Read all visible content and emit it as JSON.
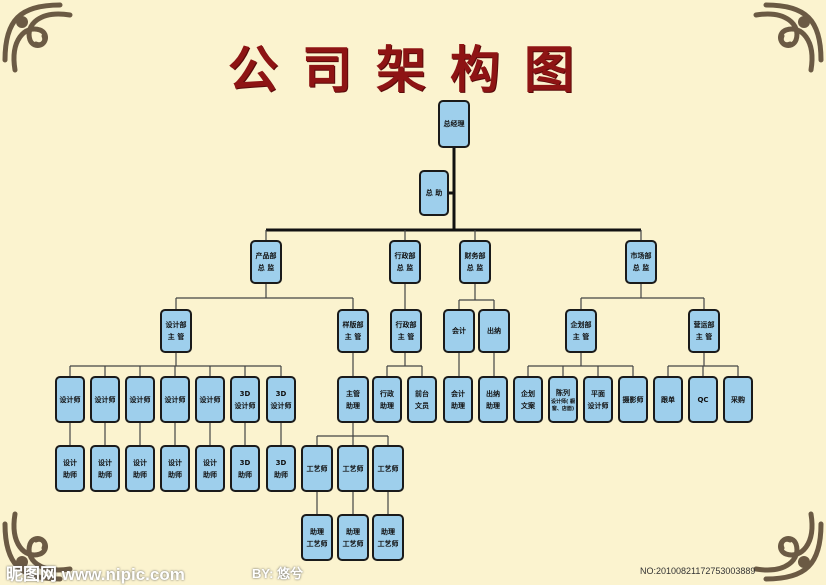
{
  "title": "公司架构图",
  "colors": {
    "background": "#fbf3cf",
    "title": "#8e1414",
    "box_fill": "#9ecfec",
    "box_border": "#1a1a1a",
    "ornament": "#6b5a44"
  },
  "boxes": [
    {
      "id": "gm",
      "text": "总经理"
    },
    {
      "id": "asst",
      "text": "总 助"
    },
    {
      "id": "prod_dir",
      "text": "产品部\n总 监"
    },
    {
      "id": "admin_dir",
      "text": "行政部\n总 监"
    },
    {
      "id": "fin_dir",
      "text": "财务部\n总 监"
    },
    {
      "id": "mkt_dir",
      "text": "市场部\n总 监"
    },
    {
      "id": "design_mgr",
      "text": "设计部\n主 管"
    },
    {
      "id": "sample_mgr",
      "text": "样版部\n主 管"
    },
    {
      "id": "admin_mgr",
      "text": "行政部\n主 管"
    },
    {
      "id": "accountant",
      "text": "会计"
    },
    {
      "id": "cashier",
      "text": "出纳"
    },
    {
      "id": "plan_mgr",
      "text": "企划部\n主 管"
    },
    {
      "id": "ops_mgr",
      "text": "营运部\n主 管"
    },
    {
      "id": "d1",
      "text": "设计师"
    },
    {
      "id": "d2",
      "text": "设计师"
    },
    {
      "id": "d3",
      "text": "设计师"
    },
    {
      "id": "d4",
      "text": "设计师"
    },
    {
      "id": "d5",
      "text": "设计师"
    },
    {
      "id": "d6",
      "text": "3D\n设计师"
    },
    {
      "id": "d7",
      "text": "3D\n设计师"
    },
    {
      "id": "sample_asst",
      "text": "主管\n助理"
    },
    {
      "id": "admin_asst",
      "text": "行政\n助理"
    },
    {
      "id": "front_clerk",
      "text": "前台\n文员"
    },
    {
      "id": "acct_asst",
      "text": "会计\n助理"
    },
    {
      "id": "cashier_asst",
      "text": "出纳\n助理"
    },
    {
      "id": "plan_clerk",
      "text": "企划\n文案"
    },
    {
      "id": "display",
      "text": "陈列"
    },
    {
      "id": "graphic",
      "text": "平面\n设计师"
    },
    {
      "id": "photo",
      "text": "摄影师"
    },
    {
      "id": "track",
      "text": "跟单"
    },
    {
      "id": "qc",
      "text": "QC"
    },
    {
      "id": "purchase",
      "text": "采购"
    },
    {
      "id": "da1",
      "text": "设计\n助师"
    },
    {
      "id": "da2",
      "text": "设计\n助师"
    },
    {
      "id": "da3",
      "text": "设计\n助师"
    },
    {
      "id": "da4",
      "text": "设计\n助师"
    },
    {
      "id": "da5",
      "text": "设计\n助师"
    },
    {
      "id": "da6",
      "text": "3D\n助师"
    },
    {
      "id": "da7",
      "text": "3D\n助师"
    },
    {
      "id": "c1",
      "text": "工艺师"
    },
    {
      "id": "c2",
      "text": "工艺师"
    },
    {
      "id": "c3",
      "text": "工艺师"
    },
    {
      "id": "ca1",
      "text": "助理\n工艺师"
    },
    {
      "id": "ca2",
      "text": "助理\n工艺师"
    },
    {
      "id": "ca3",
      "text": "助理\n工艺师"
    }
  ],
  "display_note": "设计师(  橱\n窗、店面)",
  "watermark": {
    "left": "昵图网 www.nipic.com",
    "by": "BY: 悠兮",
    "right": "NO:20100821172753003889"
  }
}
